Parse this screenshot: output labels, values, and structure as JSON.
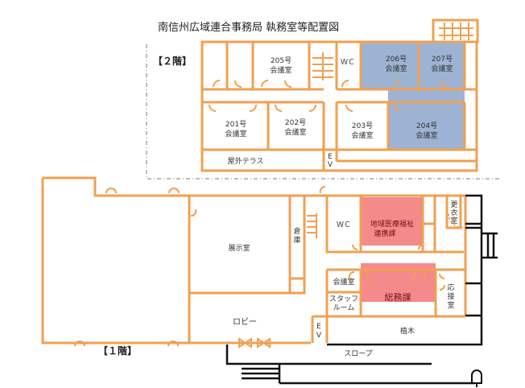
{
  "title": "南信州広域連合事務局  執務室等配置図",
  "colors": {
    "wall": "#f0a050",
    "highlight_2f": "#9db3d4",
    "highlight_1f": "#f48a8a"
  },
  "floor2": {
    "label": "【２階】",
    "rooms": {
      "r205": [
        "205号",
        "会議室"
      ],
      "r206": [
        "206号",
        "会議室"
      ],
      "r207": [
        "207号",
        "会議室"
      ],
      "r201": [
        "201号",
        "会議室"
      ],
      "r202": [
        "202号",
        "会議室"
      ],
      "r203": [
        "203号",
        "会議室"
      ],
      "r204": [
        "204号",
        "会議室"
      ],
      "wc": "ＷＣ",
      "terrace": "屋外テラス",
      "ev": [
        "E",
        "V"
      ]
    }
  },
  "floor1": {
    "label": "【１階】",
    "rooms": {
      "exhibit": "展示室",
      "storage": [
        "倉",
        "庫"
      ],
      "wc": "ＷＣ",
      "renkei": [
        "地域医療福祉",
        "連携課"
      ],
      "locker": [
        "更",
        "衣",
        "室"
      ],
      "meeting": "会議室",
      "staff": [
        "スタッフ",
        "ルーム"
      ],
      "soumu": "総務課",
      "reception": [
        "応",
        "接",
        "室"
      ],
      "lobby": "ロビー",
      "ev": [
        "E",
        "V"
      ],
      "planting": "植木",
      "slope": "スロープ"
    }
  }
}
